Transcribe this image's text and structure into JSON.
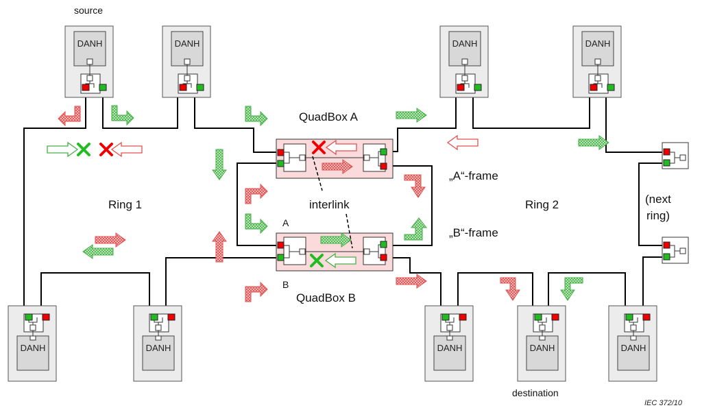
{
  "labels": {
    "source": "source",
    "destination": "destination",
    "quadbox_a": "QuadBox A",
    "quadbox_b": "QuadBox B",
    "ring1": "Ring 1",
    "ring2": "Ring 2",
    "interlink": "interlink",
    "port_a": "A",
    "port_b": "B",
    "a_frame": "„A“-frame",
    "b_frame": "„B“-frame",
    "next_ring_1": "(next",
    "next_ring_2": "ring)",
    "iec": "IEC   372/10"
  },
  "nodes": [
    {
      "label": "DANH",
      "position": "top"
    },
    {
      "label": "DANH",
      "position": "top"
    },
    {
      "label": "DANH",
      "position": "top"
    },
    {
      "label": "DANH",
      "position": "top"
    },
    {
      "label": "DANH",
      "position": "bottom"
    },
    {
      "label": "DANH",
      "position": "bottom"
    },
    {
      "label": "DANH",
      "position": "bottom"
    },
    {
      "label": "DANH",
      "position": "bottom"
    },
    {
      "label": "DANH",
      "position": "bottom"
    }
  ],
  "colors": {
    "a_frame": "#e02020",
    "b_frame": "#30b030",
    "quadbox_fill": "#fadada",
    "node_fill": "#ececec"
  }
}
